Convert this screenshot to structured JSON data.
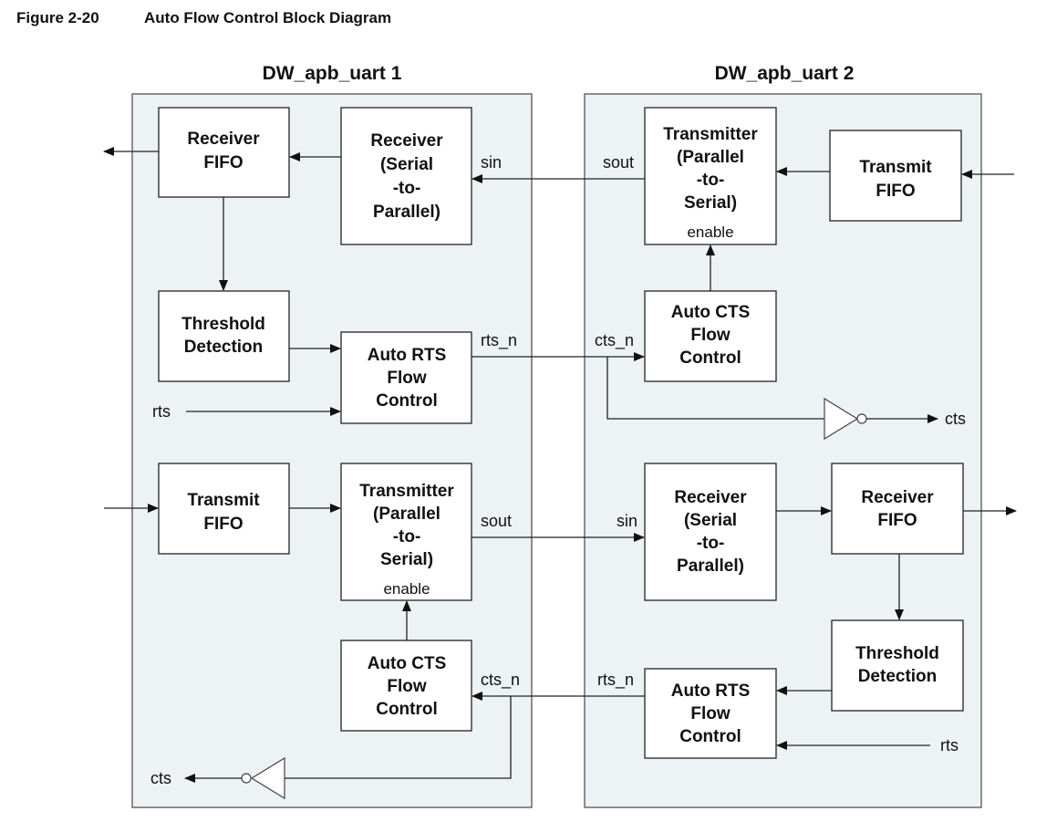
{
  "figure": {
    "number": "Figure 2-20",
    "title": "Auto Flow Control Block Diagram"
  },
  "uart1": {
    "title": "DW_apb_uart 1",
    "receiver_fifo": [
      "Receiver",
      "FIFO"
    ],
    "receiver": [
      "Receiver",
      "(Serial",
      "-to-",
      "Parallel)"
    ],
    "threshold": [
      "Threshold",
      "Detection"
    ],
    "auto_rts": [
      "Auto RTS",
      "Flow",
      "Control"
    ],
    "transmit_fifo": [
      "Transmit",
      "FIFO"
    ],
    "transmitter": [
      "Transmitter",
      "(Parallel",
      "-to-",
      "Serial)"
    ],
    "transmitter_enable": "enable",
    "auto_cts": [
      "Auto CTS",
      "Flow",
      "Control"
    ],
    "sig_sin": "sin",
    "sig_rts_n": "rts_n",
    "sig_rts": "rts",
    "sig_sout": "sout",
    "sig_cts_n": "cts_n",
    "sig_cts": "cts"
  },
  "uart2": {
    "title": "DW_apb_uart 2",
    "transmitter": [
      "Transmitter",
      "(Parallel",
      "-to-",
      "Serial)"
    ],
    "transmitter_enable": "enable",
    "transmit_fifo": [
      "Transmit",
      "FIFO"
    ],
    "auto_cts": [
      "Auto CTS",
      "Flow",
      "Control"
    ],
    "receiver": [
      "Receiver",
      "(Serial",
      "-to-",
      "Parallel)"
    ],
    "receiver_fifo": [
      "Receiver",
      "FIFO"
    ],
    "threshold": [
      "Threshold",
      "Detection"
    ],
    "auto_rts": [
      "Auto RTS",
      "Flow",
      "Control"
    ],
    "sig_sout": "sout",
    "sig_cts_n": "cts_n",
    "sig_cts": "cts",
    "sig_sin": "sin",
    "sig_rts_n": "rts_n",
    "sig_rts": "rts"
  }
}
